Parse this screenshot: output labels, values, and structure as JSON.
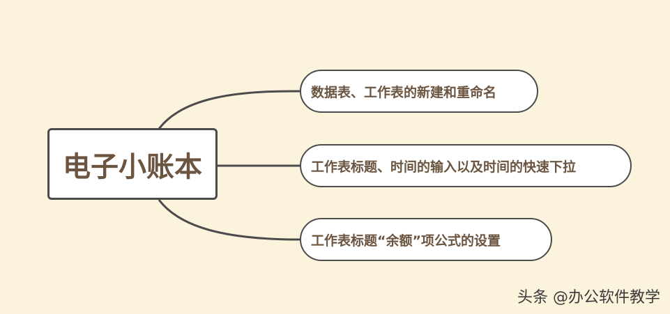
{
  "root": {
    "label": "电子小账本"
  },
  "topics": [
    {
      "label": "数据表、工作表的新建和重命名"
    },
    {
      "label": "工作表标题、时间的输入以及时间的快速下拉"
    },
    {
      "label": "工作表标题“余额”项公式的设置"
    }
  ],
  "watermark": "头条 @办公软件教学",
  "colors": {
    "background": "#fbf3dc",
    "node_border": "#4b4b4b",
    "text": "#6b5540"
  }
}
